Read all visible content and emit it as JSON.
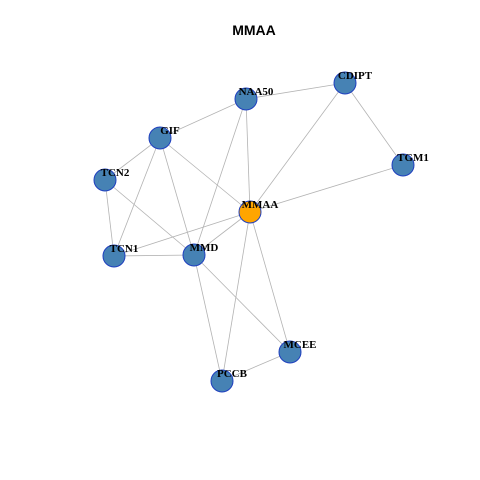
{
  "title": "MMAA",
  "colors": {
    "node_fill": "#4682b4",
    "node_stroke": "#1f3fbf",
    "center_fill": "#ffa500",
    "center_stroke": "#1f3fbf",
    "edge": "#b3b3b3",
    "background": "#ffffff"
  },
  "nodes": [
    {
      "id": "MMAA",
      "label": "MMAA",
      "center": true
    },
    {
      "id": "CDIPT",
      "label": "CDIPT"
    },
    {
      "id": "NAA50",
      "label": "NAA50"
    },
    {
      "id": "GIF",
      "label": "GIF"
    },
    {
      "id": "TCN2",
      "label": "TCN2"
    },
    {
      "id": "TCN1",
      "label": "TCN1"
    },
    {
      "id": "MMD",
      "label": "MMD"
    },
    {
      "id": "TGM1",
      "label": "TGM1"
    },
    {
      "id": "MCEE",
      "label": "MCEE"
    },
    {
      "id": "PCCB",
      "label": "PCCB"
    }
  ],
  "edges": [
    [
      "NAA50",
      "CDIPT"
    ],
    [
      "NAA50",
      "GIF"
    ],
    [
      "NAA50",
      "MMAA"
    ],
    [
      "NAA50",
      "MMD"
    ],
    [
      "CDIPT",
      "MMAA"
    ],
    [
      "CDIPT",
      "TGM1"
    ],
    [
      "GIF",
      "TCN2"
    ],
    [
      "GIF",
      "MMAA"
    ],
    [
      "GIF",
      "TCN1"
    ],
    [
      "GIF",
      "MMD"
    ],
    [
      "TCN2",
      "TCN1"
    ],
    [
      "TCN2",
      "MMD"
    ],
    [
      "TGM1",
      "MMAA"
    ],
    [
      "MMAA",
      "MMD"
    ],
    [
      "MMAA",
      "TCN1"
    ],
    [
      "MMAA",
      "MCEE"
    ],
    [
      "MMAA",
      "PCCB"
    ],
    [
      "TCN1",
      "MMD"
    ],
    [
      "MMD",
      "MCEE"
    ],
    [
      "MMD",
      "PCCB"
    ],
    [
      "MCEE",
      "PCCB"
    ]
  ]
}
